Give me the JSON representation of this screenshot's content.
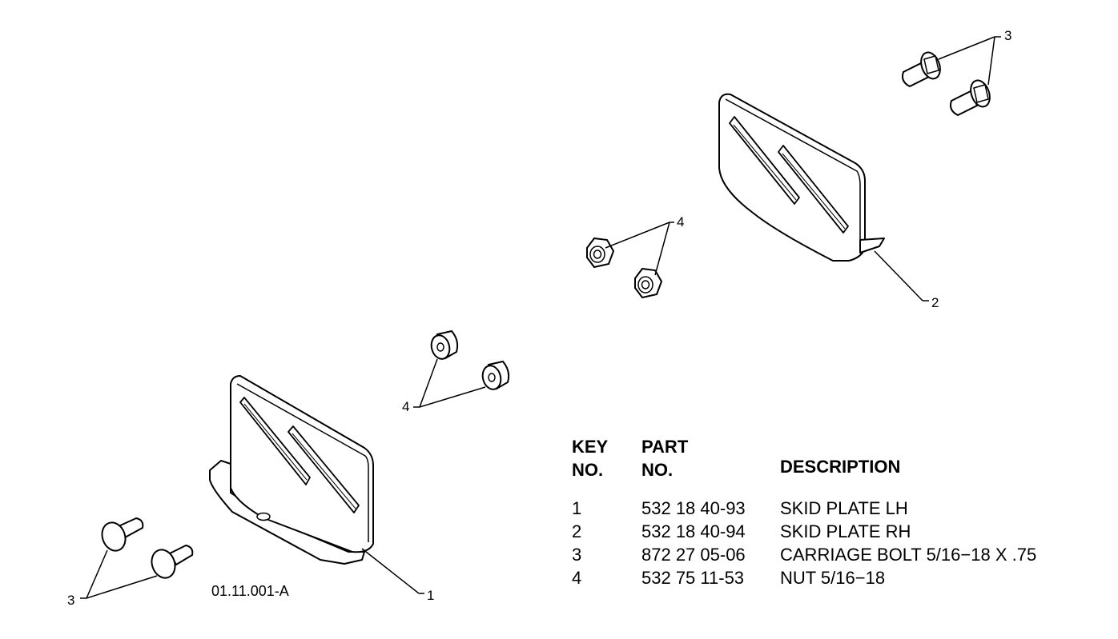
{
  "drawing_code": "01.11.001-A",
  "callouts": {
    "plate_lh": "1",
    "plate_rh": "2",
    "bolts_lh": "3",
    "bolts_rh": "3",
    "nuts_lh": "4",
    "nuts_rh": "4"
  },
  "table": {
    "headers": {
      "key_no": "KEY\nNO.",
      "part_no": "PART\nNO.",
      "description": "DESCRIPTION"
    },
    "rows": [
      {
        "key": "1",
        "part": "532 18 40-93",
        "desc": "SKID PLATE LH"
      },
      {
        "key": "2",
        "part": "532 18 40-94",
        "desc": "SKID PLATE RH"
      },
      {
        "key": "3",
        "part": "872 27 05-06",
        "desc": "CARRIAGE BOLT 5/16−18 X .75"
      },
      {
        "key": "4",
        "part": "532 75 11-53",
        "desc": "NUT 5/16−18"
      }
    ]
  }
}
